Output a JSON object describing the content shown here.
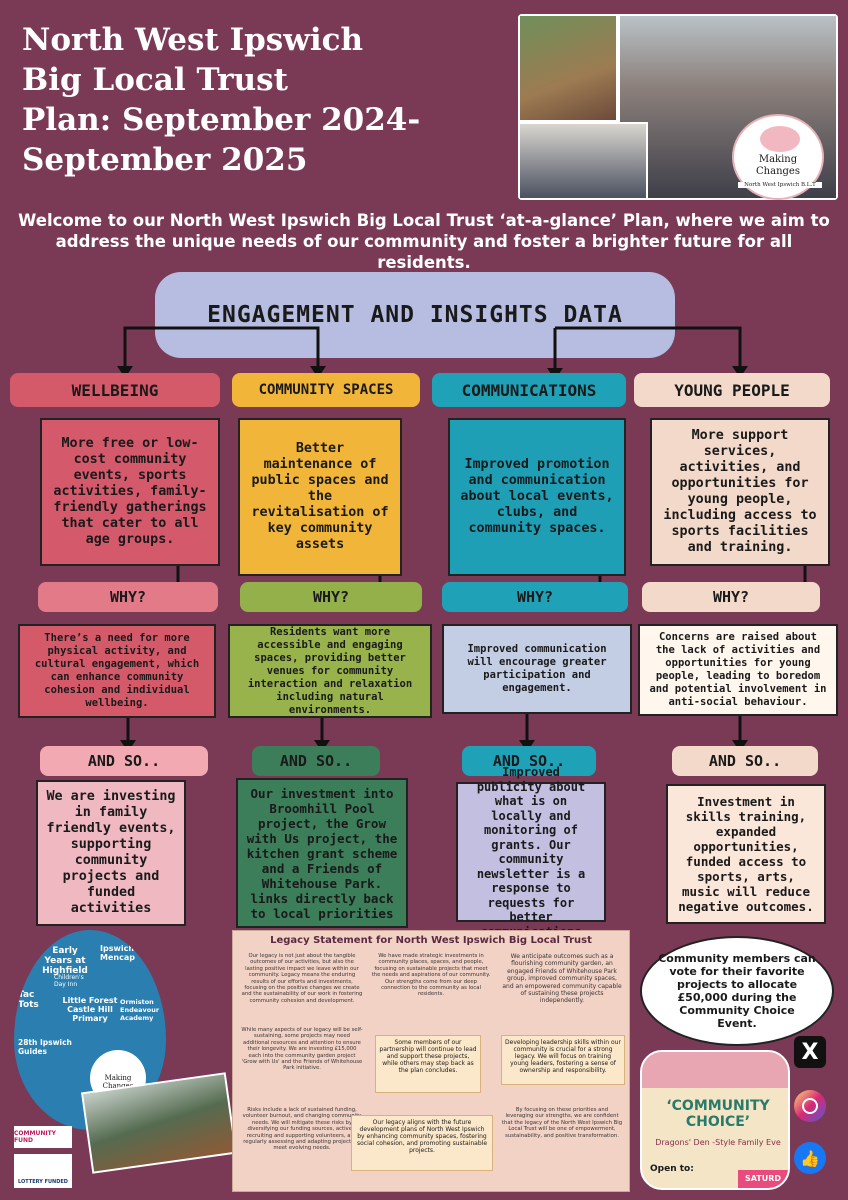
{
  "title_lines": [
    "North West Ipswich",
    "Big Local Trust",
    "Plan: September 2024-",
    "September 2025"
  ],
  "intro": "Welcome to our North West Ipswich Big Local Trust ‘at-a-glance’ Plan, where we aim to address the unique needs of our community and foster a brighter future for all residents.",
  "header": "ENGAGEMENT AND INSIGHTS DATA",
  "logo": {
    "line1": "Making",
    "line2": "Changes",
    "ribbon": "North West Ipswich B.L.T"
  },
  "columns": [
    {
      "heading": "WELLBEING",
      "need": "More free or low-cost community events, sports activities, family-friendly gatherings that cater to all age groups.",
      "why_label": "WHY?",
      "why": "There’s a need for more physical activity, and cultural engagement, which can enhance community cohesion and individual wellbeing.",
      "andso_label": "AND SO..",
      "andso": "We are investing in family friendly events, supporting community projects and funded activities"
    },
    {
      "heading": "COMMUNITY SPACES",
      "need": "Better maintenance of public spaces and the revitalisation of key community assets",
      "why_label": "WHY?",
      "why": "Residents want more accessible and engaging spaces, providing better venues for community interaction and relaxation including natural environments.",
      "andso_label": "AND SO..",
      "andso": "Our investment into Broomhill Pool project, the Grow with Us project, the kitchen grant scheme and a Friends of Whitehouse Park. links directly back to local priorities"
    },
    {
      "heading": "COMMUNICATIONS",
      "need": "Improved promotion and communication about local events, clubs, and community spaces.",
      "why_label": "WHY?",
      "why": "Improved communication will encourage greater participation and engagement.",
      "andso_label": "AND SO..",
      "andso": "Improved publicity about what is on locally and monitoring of grants. Our community newsletter is a response to requests for better communications"
    },
    {
      "heading": "YOUNG PEOPLE",
      "need": "More support services, activities, and opportunities for young people, including access to sports facilities and training.",
      "why_label": "WHY?",
      "why": "Concerns are raised about the lack of activities and opportunities for young people, leading to boredom and potential involvement in anti-social behaviour.",
      "andso_label": "AND SO..",
      "andso": "Investment in skills training, expanded opportunities, funded access to sports, arts, music will reduce negative outcomes."
    }
  ],
  "egg_labels": [
    "Early Years at Highfield",
    "Children's Day Inn",
    "Ipswich Mencap",
    "Tac Tots",
    "Little Forest Castle Hill Primary",
    "Ormiston Endeavour Academy",
    "28th Ipswich Guides"
  ],
  "legacy": {
    "title": "Legacy Statement for North West Ipswich Big Local Trust",
    "col1": "Our legacy is not just about the tangible outcomes of our activities, but also the lasting positive impact we leave within our community. Legacy means the enduring results of our efforts and investments, focusing on the positive changes we create and the sustainability of our work in fostering community cohesion and development.",
    "col1b": "While many aspects of our legacy will be self-sustaining, some projects may need additional resources and attention to ensure their longevity. We are investing £15,000 each into the community garden project 'Grow with Us' and the Friends of Whitehouse Park initiative.",
    "col1c": "Risks include a lack of sustained funding, volunteer burnout, and changing community needs. We will mitigate these risks by diversifying our funding sources, actively recruiting and supporting volunteers, and regularly assessing and adapting projects to meet evolving needs.",
    "col2": "We have made strategic investments in community places, spaces, and people, focusing on sustainable projects that meet the needs and aspirations of our community. Our strengths come from our deep connection to the community as local residents.",
    "note1": "Some members of our partnership will continue to lead and support these projects, while others may step back as the plan concludes.",
    "note2": "Our legacy aligns with the future development plans of North West Ipswich by enhancing community spaces, fostering social cohesion, and promoting sustainable projects.",
    "col3": "We anticipate outcomes such as a flourishing community garden, an engaged Friends of Whitehouse Park group, improved community spaces, and an empowered community capable of sustaining these projects independently.",
    "note3": "Developing leadership skills within our community is crucial for a strong legacy. We will focus on training young leaders, fostering a sense of ownership and responsibility.",
    "col3b": "By focusing on these priorities and leveraging our strengths, we are confident that the legacy of the North West Ipswich Big Local Trust will be one of empowerment, sustainability, and positive transformation."
  },
  "bubble": "Community members can vote for their favorite projects to allocate £50,000 during the Community Choice Event.",
  "choice": {
    "headline": "‘COMMUNITY CHOICE’",
    "sub": "Dragons' Den -Style Family Eve",
    "open": "Open to:",
    "date": "SATURD"
  },
  "funder": {
    "community_fund": "COMMUNITY FUND",
    "lottery": "LOTTERY FUNDED"
  },
  "social": [
    "X",
    "instagram-icon",
    "facebook-like-icon"
  ],
  "colors": {
    "bg": "#7a3a56",
    "wellbeing": "#d45a6a",
    "spaces": "#f1b53a",
    "comms": "#1fa1b8",
    "young": "#f3d9c9"
  }
}
